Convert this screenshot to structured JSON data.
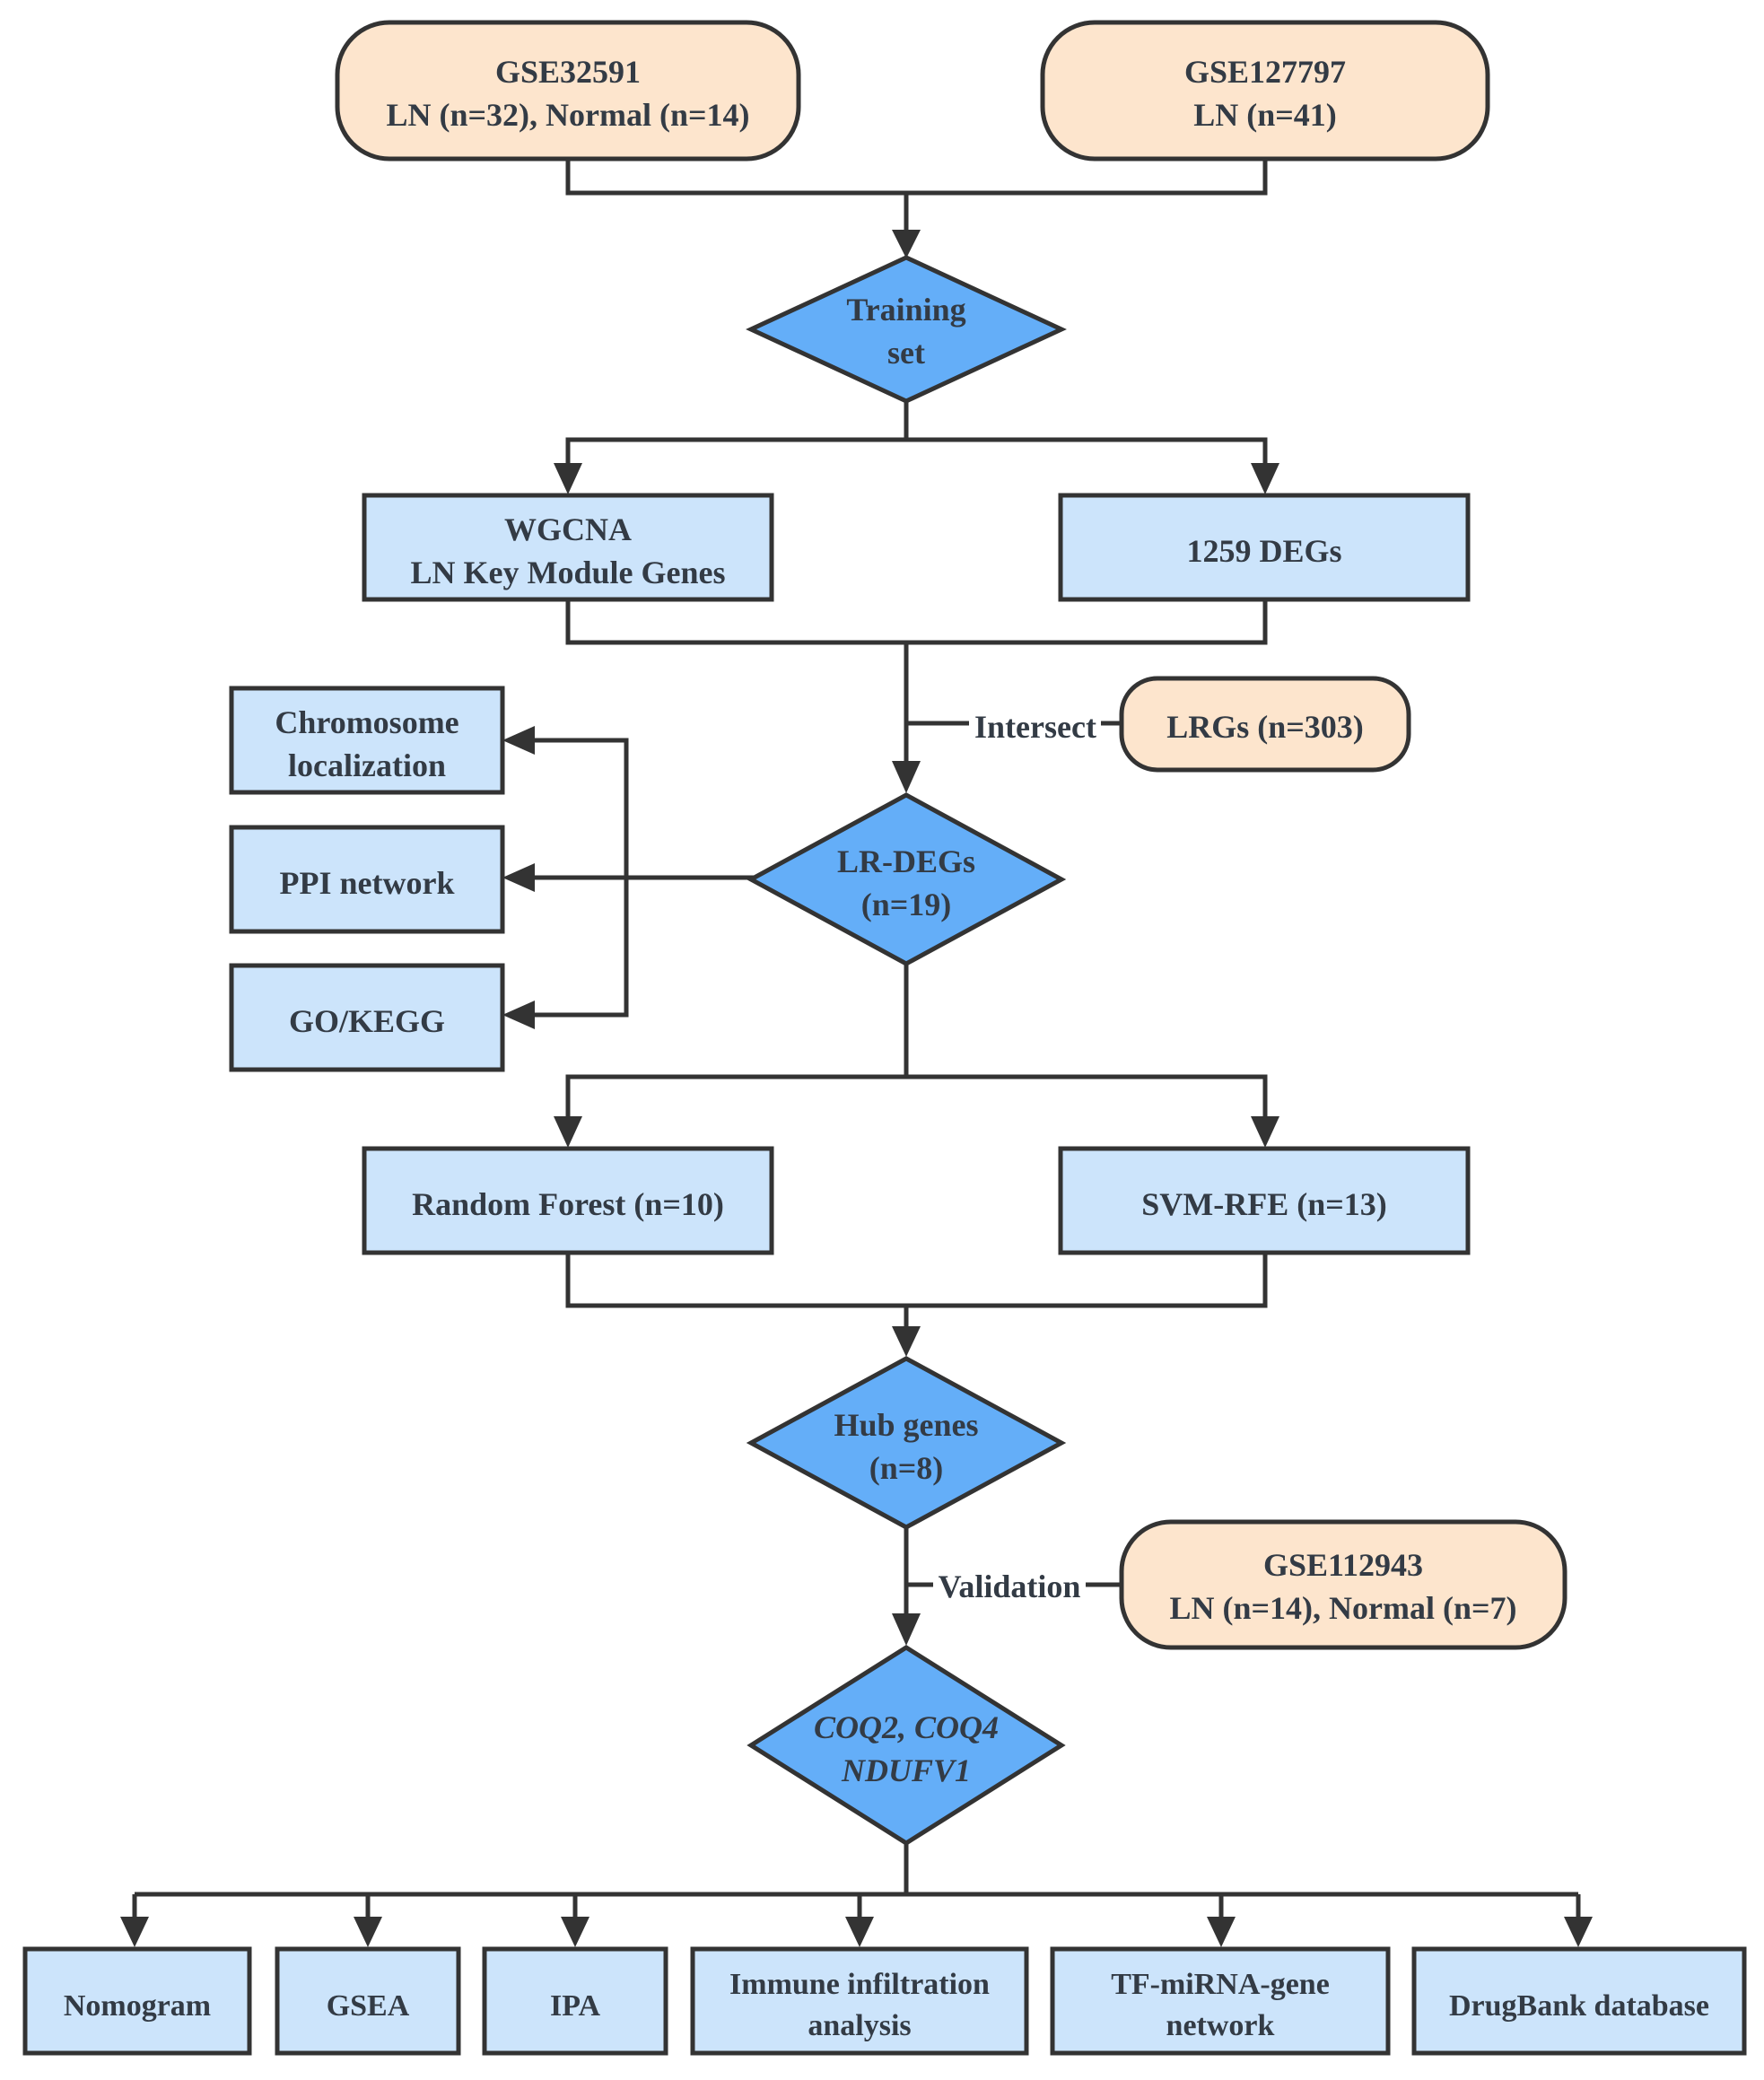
{
  "datasets": {
    "gse32591": {
      "line1": "GSE32591",
      "line2": "LN (n=32), Normal (n=14)"
    },
    "gse127797": {
      "line1": "GSE127797",
      "line2": "LN (n=41)"
    },
    "gse112943": {
      "line1": "GSE112943",
      "line2": "LN (n=14), Normal (n=7)"
    },
    "lrgs": {
      "label": "LRGs (n=303)"
    }
  },
  "decisions": {
    "training": {
      "line1": "Training",
      "line2": "set"
    },
    "lr_degs": {
      "line1": "LR-DEGs",
      "line2": "(n=19)"
    },
    "hub": {
      "line1": "Hub genes",
      "line2": "(n=8)"
    },
    "final": {
      "line1": "COQ2, COQ4",
      "line2": "NDUFV1"
    }
  },
  "processes": {
    "wgcna": {
      "line1": "WGCNA",
      "line2": "LN Key Module Genes"
    },
    "degs": {
      "label": "1259 DEGs"
    },
    "chromosome": {
      "line1": "Chromosome",
      "line2": "localization"
    },
    "ppi": {
      "label": "PPI network"
    },
    "gokegg": {
      "label": "GO/KEGG"
    },
    "random_forest": {
      "label": "Random Forest (n=10)"
    },
    "svm_rfe": {
      "label": "SVM-RFE (n=13)"
    }
  },
  "edge_labels": {
    "intersect": "Intersect",
    "validation": "Validation"
  },
  "outputs": {
    "nomogram": {
      "label": "Nomogram"
    },
    "gsea": {
      "label": "GSEA"
    },
    "ipa": {
      "label": "IPA"
    },
    "immune": {
      "line1": "Immune infiltration",
      "line2": "analysis"
    },
    "tf_mirna": {
      "line1": "TF-miRNA-gene",
      "line2": "network"
    },
    "drugbank": {
      "label": "DrugBank database"
    }
  },
  "colors": {
    "dataset_fill": "#fde5cd",
    "process_fill": "#cce4fb",
    "decision_fill": "#64aef8",
    "stroke": "#333333",
    "text": "#333b45"
  }
}
